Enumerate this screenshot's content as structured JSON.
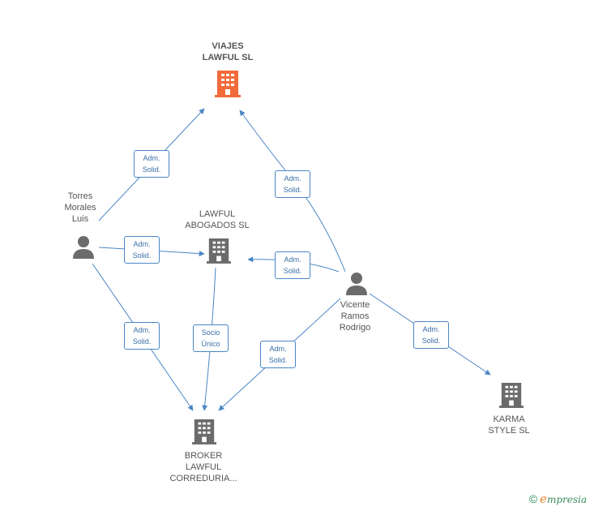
{
  "nodes": {
    "viajes": {
      "lines": [
        "VIAJES",
        "LAWFUL  SL"
      ],
      "color": "#f26b3a"
    },
    "lawful_abogados": {
      "lines": [
        "LAWFUL",
        "ABOGADOS SL"
      ],
      "color": "#6b6b6b"
    },
    "broker": {
      "lines": [
        "BROKER",
        "LAWFUL",
        "CORREDURIA..."
      ],
      "color": "#6b6b6b"
    },
    "karma": {
      "lines": [
        "KARMA",
        "STYLE SL"
      ],
      "color": "#6b6b6b"
    },
    "torres": {
      "lines": [
        "Torres",
        "Morales",
        "Luis"
      ],
      "color": "#6b6b6b"
    },
    "vicente": {
      "lines": [
        "Vicente",
        "Ramos",
        "Rodrigo"
      ],
      "color": "#6b6b6b"
    }
  },
  "edges": [
    {
      "lines": [
        "Adm.",
        "Solid."
      ]
    },
    {
      "lines": [
        "Adm.",
        "Solid."
      ]
    },
    {
      "lines": [
        "Adm.",
        "Solid."
      ]
    },
    {
      "lines": [
        "Adm.",
        "Solid."
      ]
    },
    {
      "lines": [
        "Adm.",
        "Solid."
      ]
    },
    {
      "lines": [
        "Socio",
        "Único"
      ]
    },
    {
      "lines": [
        "Adm.",
        "Solid."
      ]
    },
    {
      "lines": [
        "Adm.",
        "Solid."
      ]
    }
  ],
  "footer": {
    "copyright": "©",
    "brand_initial": "e",
    "brand_rest": "mpresia"
  },
  "colors": {
    "edge": "#4a86c5",
    "accent": "#f26b3a",
    "icon": "#6b6b6b"
  }
}
